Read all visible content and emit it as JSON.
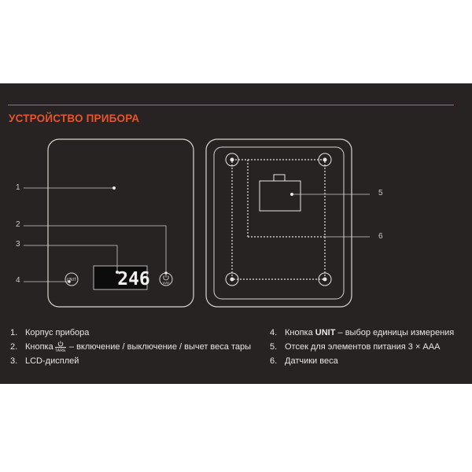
{
  "title": "УСТРОЙСТВО ПРИБОРА",
  "colors": {
    "accent": "#e8542c",
    "panel": "#262322",
    "line": "#e9e6e3"
  },
  "device": {
    "display_value": "246",
    "unit_button_label": "UNIT",
    "tare_button_label": "TARE",
    "tare_icon": "power-icon"
  },
  "callouts": {
    "c1": "1",
    "c2": "2",
    "c3": "3",
    "c4": "4",
    "c5": "5",
    "c6": "6"
  },
  "legend": {
    "left": [
      {
        "num": "1.",
        "text": "Корпус прибора"
      },
      {
        "num": "2.",
        "before": "Кнопка",
        "icon_label": "TARE",
        "after": "– включение / выключение / вычет веса тары"
      },
      {
        "num": "3.",
        "text": "LCD-дисплей"
      }
    ],
    "right": [
      {
        "num": "4.",
        "before": "Кнопка ",
        "bold": "UNIT",
        "after": " – выбор единицы измерения"
      },
      {
        "num": "5.",
        "text": "Отсек для элементов питания 3 × ААА"
      },
      {
        "num": "6.",
        "text": "Датчики веса"
      }
    ]
  }
}
